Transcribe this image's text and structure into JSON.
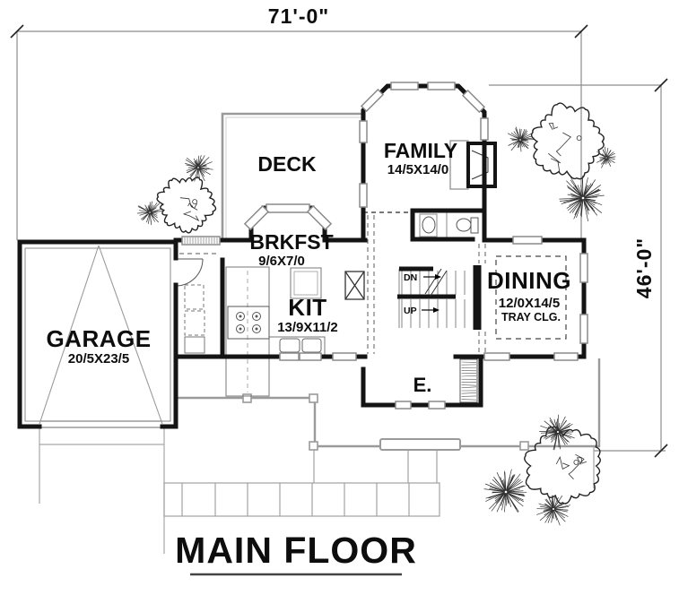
{
  "title": "MAIN FLOOR",
  "dimensions": {
    "overall_width": "71'-0\"",
    "overall_depth": "46'-0\""
  },
  "rooms": [
    {
      "name": "GARAGE",
      "size": "20/5X23/5"
    },
    {
      "name": "DECK",
      "size": ""
    },
    {
      "name": "BRKFST",
      "size": "9/6X7/0"
    },
    {
      "name": "KIT",
      "size": "13/9X11/2"
    },
    {
      "name": "FAMILY",
      "size": "14/5X14/0"
    },
    {
      "name": "DINING",
      "size": "12/0X14/5",
      "note": "TRAY CLG."
    },
    {
      "name": "E.",
      "size": ""
    }
  ],
  "stairs": {
    "down_label": "DN",
    "up_label": "UP"
  },
  "colors": {
    "wall": "#141414",
    "site_line": "#9a9a9a",
    "text": "#0d0d0d",
    "background": "#ffffff"
  }
}
